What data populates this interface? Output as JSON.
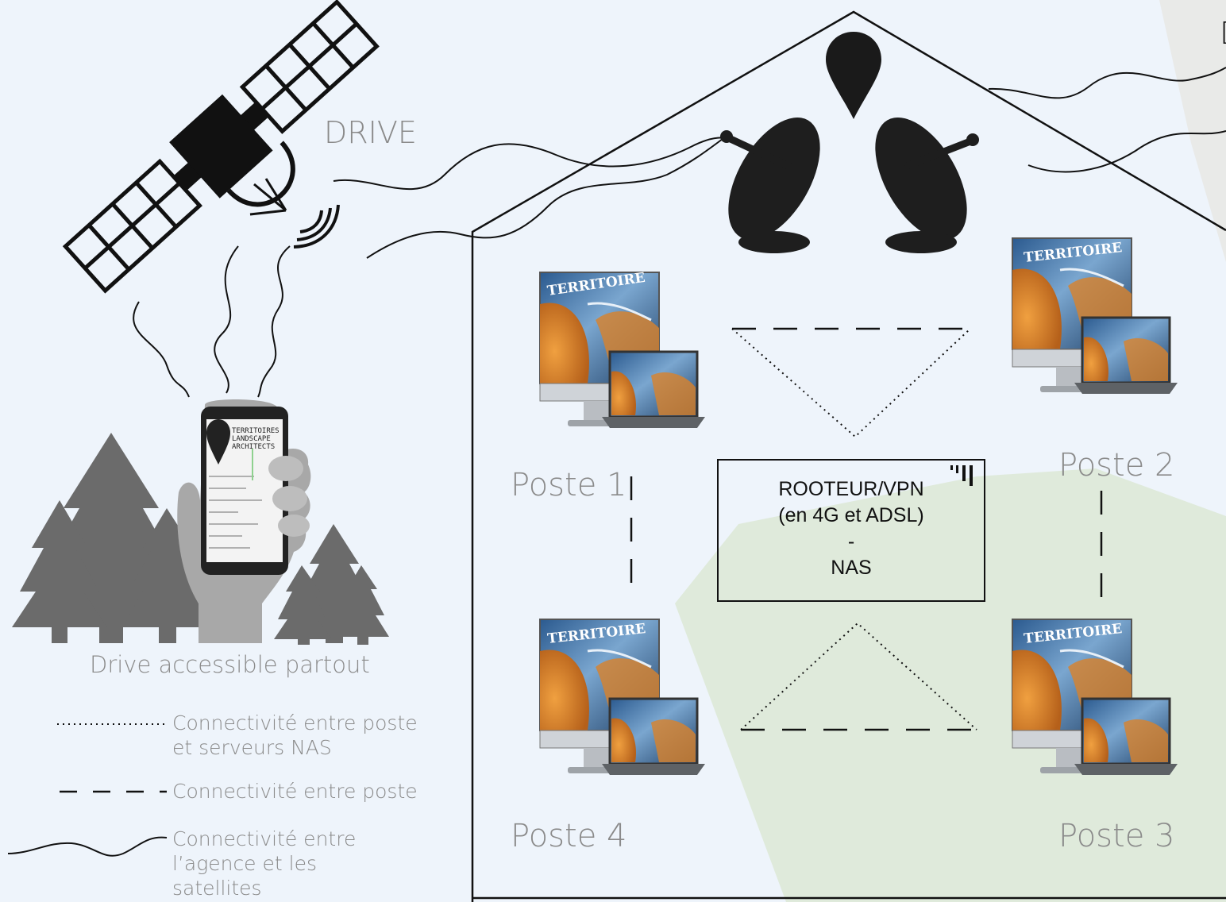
{
  "satellite_label": "DRIVE",
  "phone": {
    "screen_lines": [
      "TERRITOIRES",
      "LANDSCAPE",
      "ARCHITECTS"
    ]
  },
  "drive_caption": "Drive accessible partout",
  "router": {
    "line1": "ROOTEUR/VPN",
    "line2": "(en 4G et ADSL)",
    "line3": "-",
    "line4": "NAS"
  },
  "workstations": [
    {
      "label": "Poste 1",
      "screen_title": "TERRITOIRE"
    },
    {
      "label": "Poste 2",
      "screen_title": "TERRITOIRE"
    },
    {
      "label": "Poste 3",
      "screen_title": "TERRITOIRE"
    },
    {
      "label": "Poste 4",
      "screen_title": "TERRITOIRE"
    }
  ],
  "legend": {
    "dotted": "Connectivité entre poste et serveurs NAS",
    "dashed": "Connectivité entre poste",
    "wavy": "Connectivité entre l’agence et les satellites"
  },
  "top_right_cut_text": "D",
  "colors": {
    "background": "#eef4fb",
    "green_zone": "#dfeadb",
    "ink": "#111111",
    "icon_gray": "#6b6b6b",
    "label_gray": "#8a8a8a",
    "screen_blue": "#2b5a8f",
    "screen_orange": "#d9822b"
  },
  "icons": [
    "satellite-icon",
    "map-pin-icon",
    "satellite-dish-icon",
    "phone-in-hand-icon",
    "pine-tree-icon",
    "monitor-icon",
    "laptop-icon",
    "signal-icon"
  ]
}
